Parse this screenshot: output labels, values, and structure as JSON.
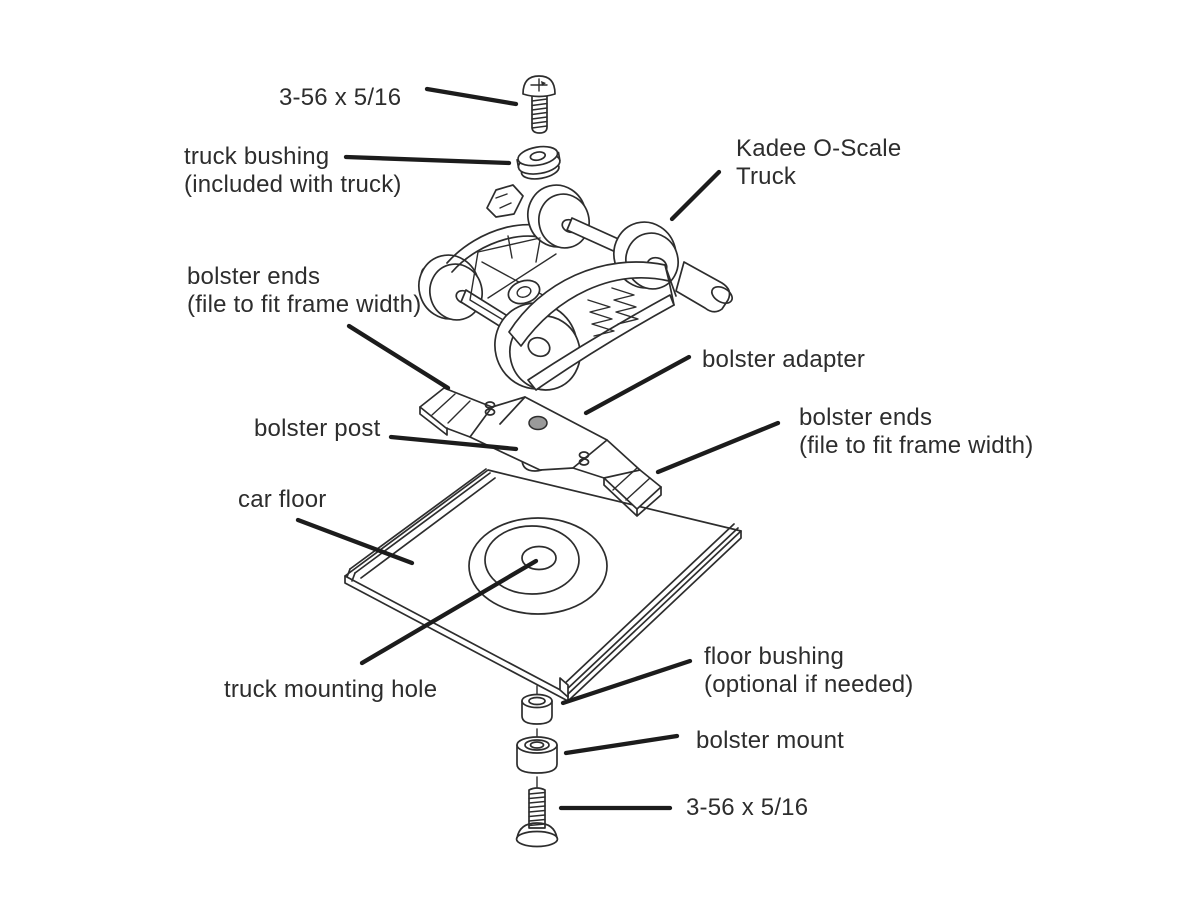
{
  "labels": {
    "top_screw": {
      "text": "3-56 x 5/16"
    },
    "truck_bushing": {
      "line1": "truck bushing",
      "line2": "(included with truck)"
    },
    "kadee_truck": {
      "line1": "Kadee O-Scale",
      "line2": "Truck"
    },
    "bolster_ends_left": {
      "line1": "bolster ends",
      "line2": "(file to fit frame width)"
    },
    "bolster_adapter": {
      "text": "bolster adapter"
    },
    "bolster_post": {
      "text": "bolster post"
    },
    "bolster_ends_right": {
      "line1": "bolster ends",
      "line2": "(file to fit frame width)"
    },
    "car_floor": {
      "text": "car floor"
    },
    "truck_mounting_hole": {
      "text": "truck mounting hole"
    },
    "floor_bushing": {
      "line1": "floor bushing",
      "line2": "(optional if needed)"
    },
    "bolster_mount": {
      "text": "bolster mount"
    },
    "bottom_screw": {
      "text": "3-56 x 5/16"
    }
  },
  "colors": {
    "background": "#ffffff",
    "ink": "#2d2d2d",
    "leader": "#1c1c1c",
    "hole_fill": "#9a9a9a"
  }
}
